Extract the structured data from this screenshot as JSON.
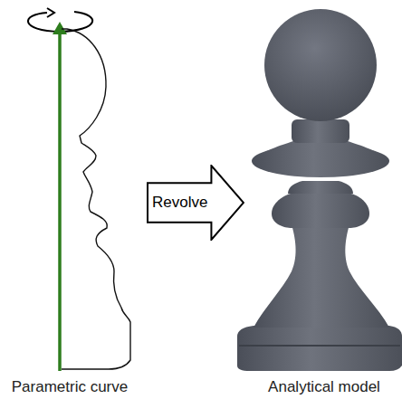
{
  "diagram": {
    "nodes": [
      {
        "text": [
          "Revolve"
        ]
      }
    ],
    "labels": [
      "Parametric curve",
      "Analytical model"
    ]
  }
}
